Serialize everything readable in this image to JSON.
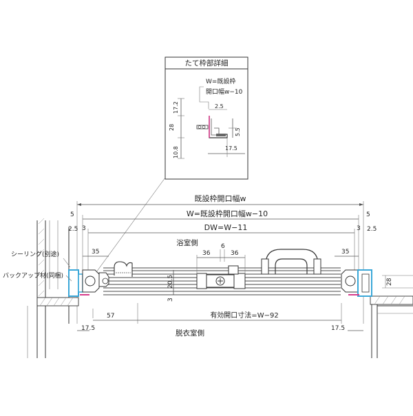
{
  "detail": {
    "title": "たて枠部詳細",
    "w_label": "W=既設枠",
    "w_label2": "開口幅w−10",
    "dim_17_2": "17.2",
    "dim_2_5": "2.5",
    "dim_28": "28",
    "dim_5_5": "5.5",
    "dim_17_5": "17.5",
    "dim_10_8": "10.8"
  },
  "main": {
    "top_label": "既設枠開口幅w",
    "w_eq": "W=既設枠開口幅w−10",
    "dw_eq": "DW=W−11",
    "left_5": "5",
    "right_5": "5",
    "left_2_5": "2.5",
    "right_2_5": "2.5",
    "left_3": "3",
    "right_3": "3",
    "left_35": "35",
    "right_35": "35",
    "bath_side": "浴室側",
    "dim_6": "6",
    "dim_36a": "36",
    "dim_36b": "36",
    "dim_20_5": "20.5",
    "dim_3v": "3",
    "dim_28r": "28",
    "dim_57": "57",
    "effective": "有効開口寸法=W−92",
    "dim_17_5l": "17.5",
    "dim_17_5r": "17.5",
    "dressing_side": "脱衣室側",
    "sealing": "シーリング(別途)",
    "backup": "バックアップ材(同梱)"
  },
  "colors": {
    "accent_blue": "#3aa7d8",
    "accent_pink": "#d63a8a"
  }
}
